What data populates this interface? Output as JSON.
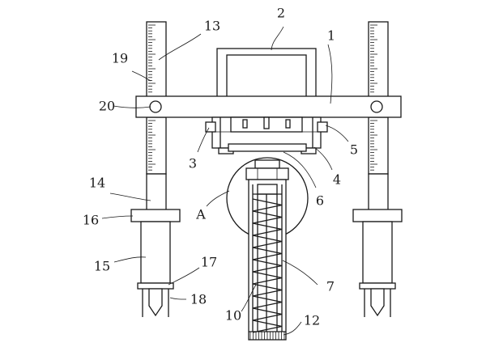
{
  "labels": {
    "n1": "1",
    "n2": "2",
    "n3": "3",
    "n4": "4",
    "n5": "5",
    "n6": "6",
    "n7": "7",
    "n10": "10",
    "n12": "12",
    "n13": "13",
    "n14": "14",
    "n15": "15",
    "n16": "16",
    "n17": "17",
    "n18": "18",
    "n19": "19",
    "n20": "20",
    "detail": "A"
  }
}
